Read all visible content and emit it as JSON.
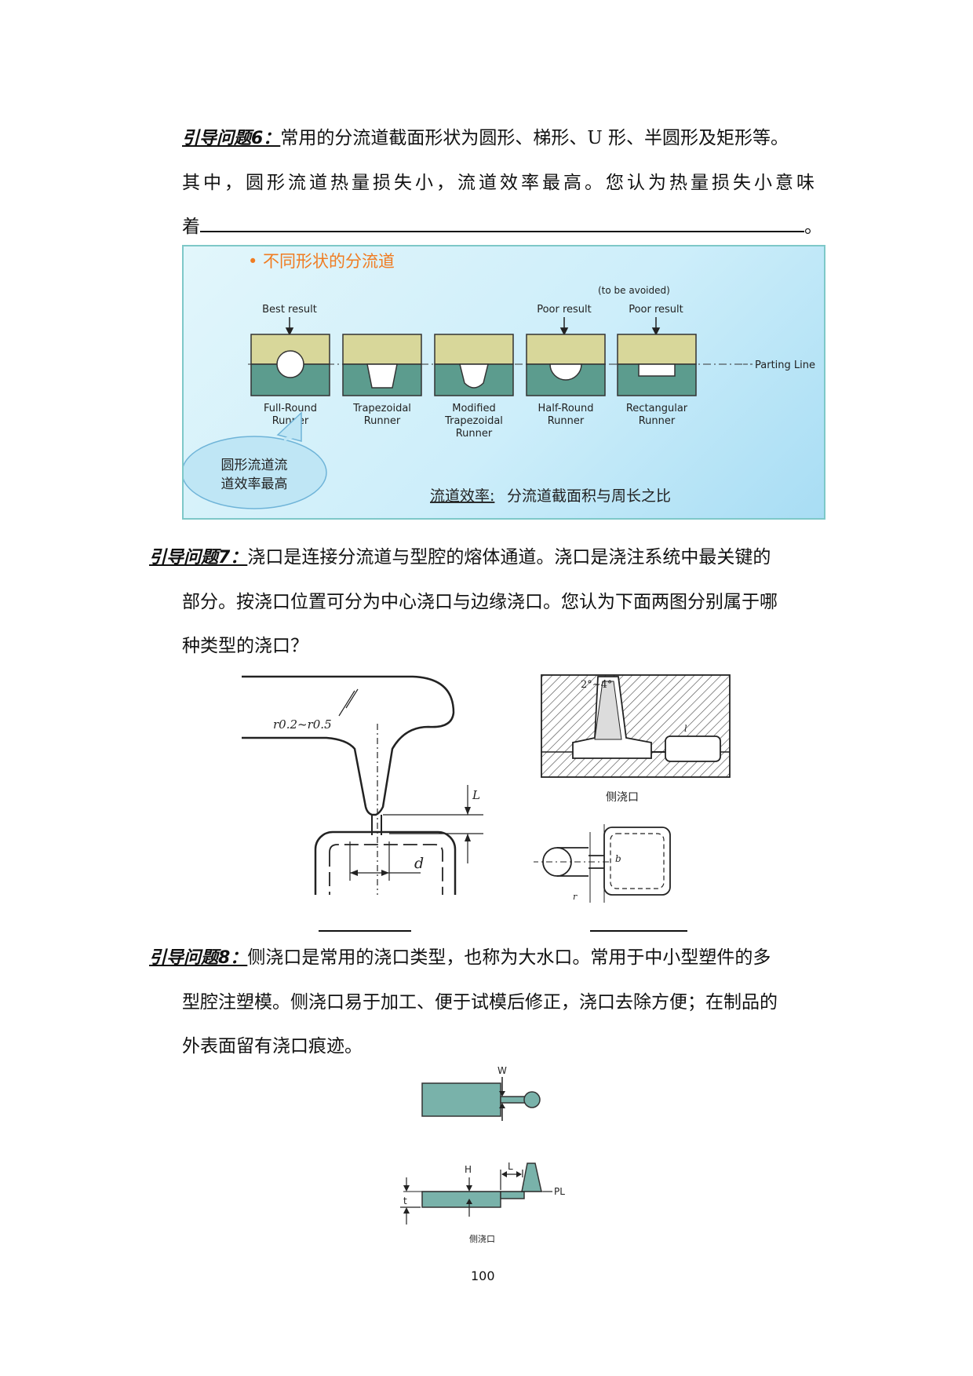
{
  "q6": {
    "label": "引导问题6：",
    "line1": "常用的分流道截面形状为圆形、梯形、U 形、半圆形及矩形等。",
    "line2": "其中，圆形流道热量损失小，流道效率最高。您认为热量损失小意味",
    "line3_start": "着",
    "line3_end": "。"
  },
  "figure1": {
    "title": "• 不同形状的分流道",
    "to_be_avoided": "(to be avoided)",
    "best_result": "Best result",
    "poor_result_1": "Poor result",
    "poor_result_2": "Poor result",
    "parting_line": "Parting Line",
    "runners": [
      {
        "line1": "Full-Round",
        "line2": "Runner",
        "line3": ""
      },
      {
        "line1": "Trapezoidal",
        "line2": "Runner",
        "line3": ""
      },
      {
        "line1": "Modified",
        "line2": "Trapezoidal",
        "line3": "Runner"
      },
      {
        "line1": "Half-Round",
        "line2": "Runner",
        "line3": ""
      },
      {
        "line1": "Rectangular",
        "line2": "Runner",
        "line3": ""
      }
    ],
    "bubble_line1": "圆形流道流",
    "bubble_line2": "道效率最高",
    "efficiency_label": "流道效率:",
    "efficiency_text": "分流道截面积与周长之比"
  },
  "q7": {
    "label": "引导问题7：",
    "line1": "浇口是连接分流道与型腔的熔体通道。浇口是浇注系统中最关键的",
    "line2": "部分。按浇口位置可分为中心浇口与边缘浇口。您认为下面两图分别属于哪",
    "line3": "种类型的浇口？"
  },
  "figure2": {
    "radius_label": "r0.2~r0.5",
    "l_label": "L",
    "d_label": "d"
  },
  "figure3": {
    "angle_label": "2°~4°",
    "side_gate_caption": "侧浇口",
    "b_label": "b",
    "r_label": "r",
    "l_label": "l"
  },
  "q8": {
    "label": "引导问题8：",
    "line1": "侧浇口是常用的浇口类型，也称为大水口。常用于中小型塑件的多",
    "line2": "型腔注塑模。侧浇口易于加工、便于试模后修正，浇口去除方便；在制品的",
    "line3": "外表面留有浇口痕迹。"
  },
  "figure4": {
    "w_label": "W",
    "h_label": "H",
    "l_label": "L",
    "t_label": "t",
    "pl_label": "PL",
    "caption": "侧浇口"
  },
  "page_number": "100",
  "colors": {
    "mold_top": "#d8d79a",
    "mold_bottom": "#5c9c8e",
    "accent_orange": "#f07c22",
    "bubble": "#bfe6f5",
    "part_fill": "#79b2aa"
  }
}
